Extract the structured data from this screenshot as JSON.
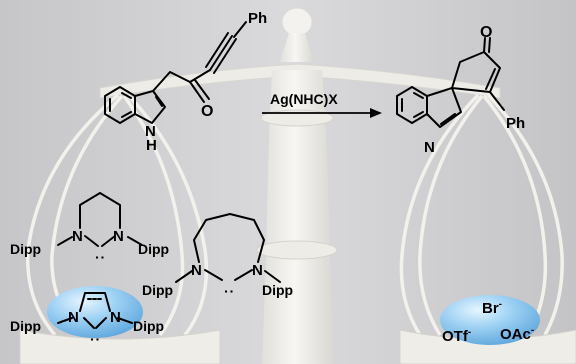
{
  "reaction": {
    "reagent_label": "Ag(NHC)X"
  },
  "reactant": {
    "phenyl": "Ph",
    "oxygen": "O",
    "nh_label": "N",
    "nh_h": "H"
  },
  "product": {
    "oxygen": "O",
    "nitrogen": "N",
    "phenyl": "Ph"
  },
  "ligands": {
    "six_membered": {
      "n1": "N",
      "n2": "N",
      "left_sub": "Dipp",
      "right_sub": "Dipp",
      "carbene": ":"
    },
    "seven_membered": {
      "n1": "N",
      "n2": "N",
      "left_sub": "Dipp",
      "right_sub": "Dipp",
      "carbene": ":"
    },
    "imidazolylidene": {
      "n1": "N",
      "n2": "N",
      "left_sub": "Dipp",
      "right_sub": "Dipp",
      "carbene": ":"
    }
  },
  "anions": {
    "bromide": "Br",
    "triflate": "OTf",
    "acetate": "OAc",
    "charge": "-"
  },
  "colors": {
    "background": "#cfcfd1",
    "scale_white": "#f3f1ec",
    "egg_blue": "#8cc6ef",
    "egg_highlight": "#d8eefc"
  }
}
